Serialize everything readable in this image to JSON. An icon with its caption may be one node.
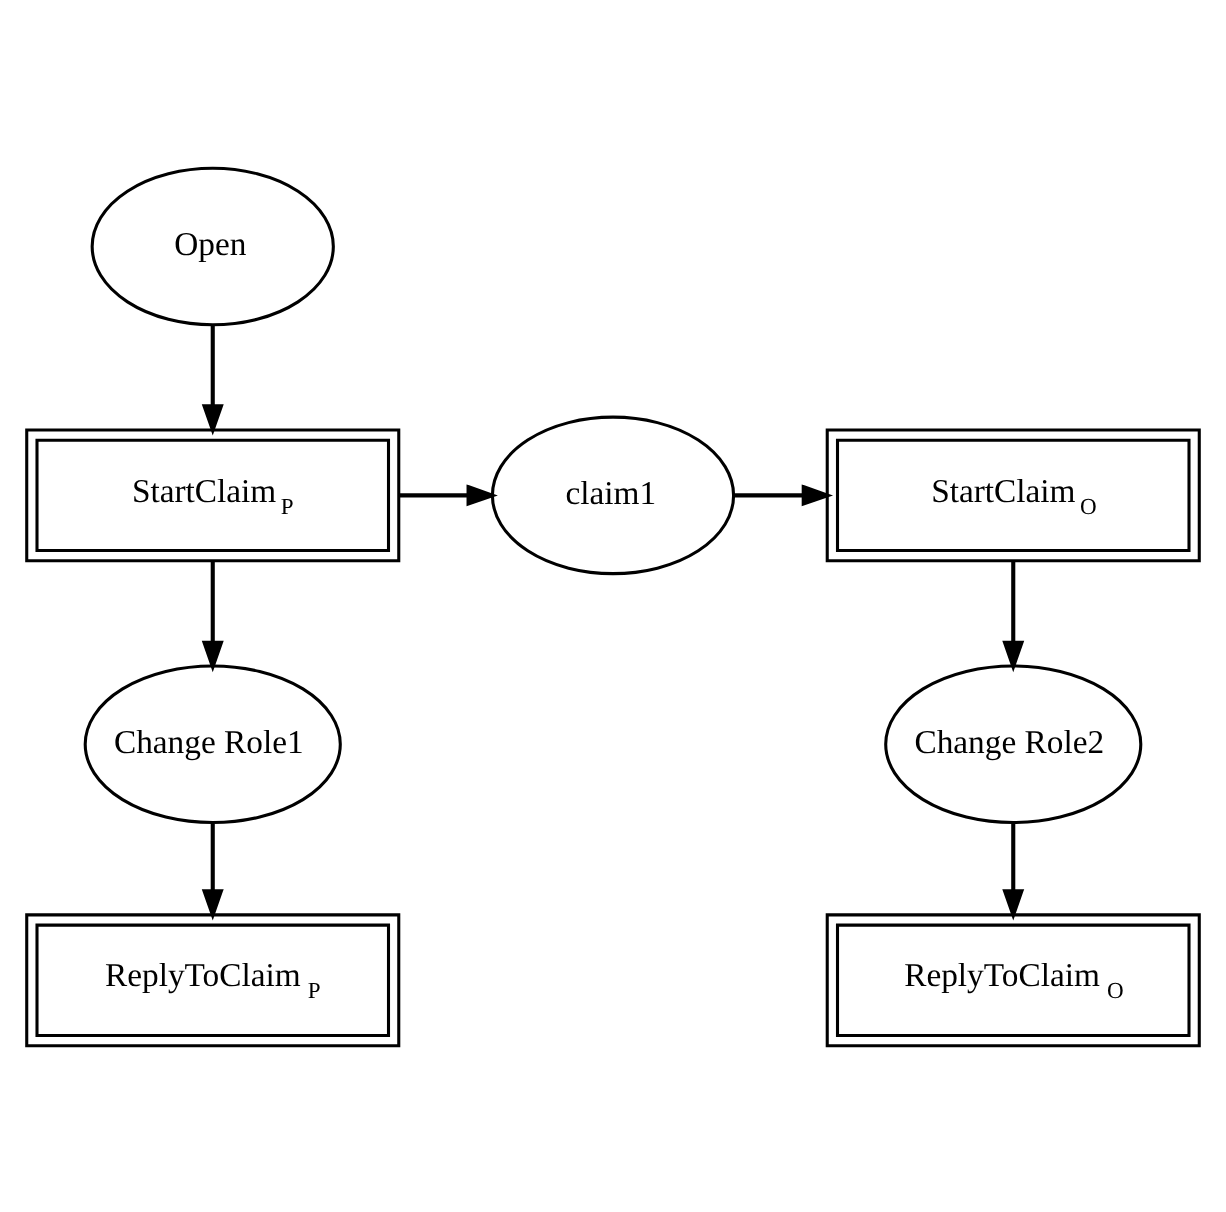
{
  "diagram": {
    "nodes": [
      {
        "text": [
          "Open"
        ]
      },
      {
        "text": [
          "StartClaim$_{P}$"
        ]
      },
      {
        "text": [
          "claim1"
        ]
      },
      {
        "text": [
          "StartClaim$_{O}$"
        ]
      },
      {
        "text": [
          "Change Role1"
        ]
      },
      {
        "text": [
          "Change Role2"
        ]
      },
      {
        "text": [
          "ReplyToClaim$_{P}$"
        ]
      },
      {
        "text": [
          "ReplyToClaim$_{O}$"
        ]
      }
    ],
    "edges": [
      {
        "from": 0,
        "to": 1,
        "arrow": "to"
      },
      {
        "from": 1,
        "to": 2,
        "arrow": "to"
      },
      {
        "from": 2,
        "to": 3,
        "arrow": "to"
      },
      {
        "from": 1,
        "to": 4,
        "arrow": "to"
      },
      {
        "from": 3,
        "to": 5,
        "arrow": "to"
      },
      {
        "from": 4,
        "to": 6,
        "arrow": "to"
      },
      {
        "from": 5,
        "to": 7,
        "arrow": "to"
      }
    ]
  }
}
